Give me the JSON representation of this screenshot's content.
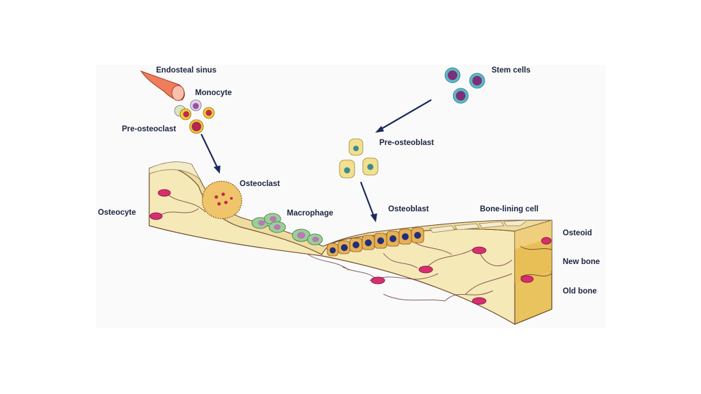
{
  "diagram": {
    "labels": {
      "endosteal_sinus": "Endosteal sinus",
      "monocyte": "Monocyte",
      "pre_osteoclast": "Pre-osteoclast",
      "osteoclast": "Osteoclast",
      "osteocyte": "Osteocyte",
      "macrophage": "Macrophage",
      "stem_cells": "Stem cells",
      "pre_osteoblast": "Pre-osteoblast",
      "osteoblast": "Osteoblast",
      "bone_lining_cell": "Bone-lining cell",
      "osteoid": "Osteoid",
      "new_bone": "New bone",
      "old_bone": "Old bone"
    },
    "colors": {
      "bone_fill": "#f6e9b8",
      "bone_side": "#efdc9c",
      "bone_end": "#e9c35e",
      "canaliculi": "#5a2a2a",
      "osteocyte_cell": "#d62f6e",
      "arrow": "#1b2a5c",
      "osteoblast_cell": "#e6b055",
      "osteoblast_nucleus": "#1f2f7a",
      "stem_cell_ring": "#5bb9c6",
      "stem_cell_core": "#7d2f78",
      "pre_osteoblast_cell": "#f2e08e",
      "macrophage_cell": "#9bcf98",
      "sinus": "#ef7d5b"
    }
  }
}
